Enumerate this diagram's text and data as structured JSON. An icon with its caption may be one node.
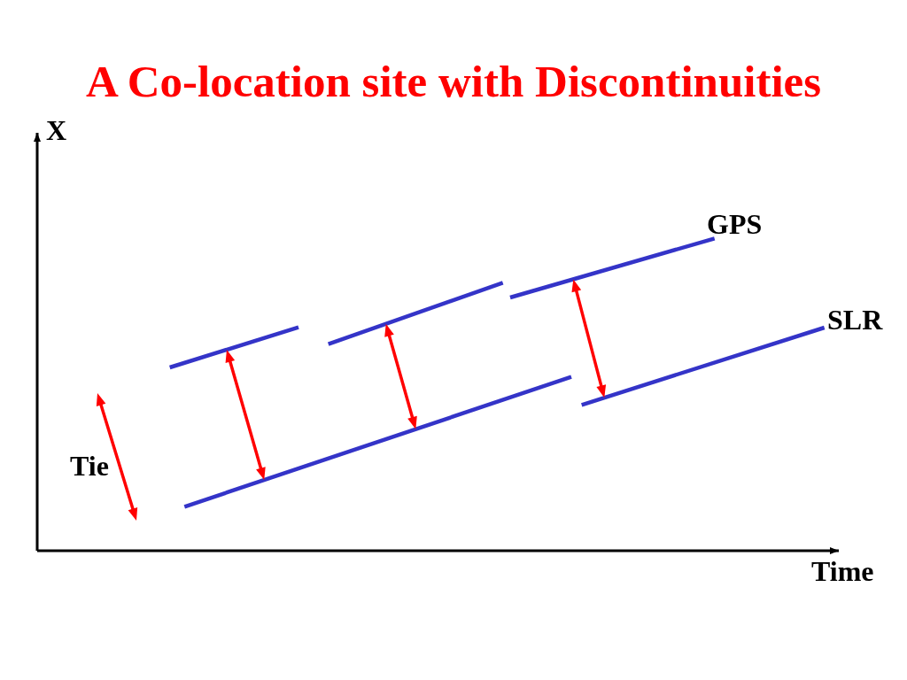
{
  "diagram": {
    "title": "A Co-location site with Discontinuities",
    "nodes": [
      {
        "text": [],
        "shape": "line"
      },
      {
        "text": [],
        "shape": "line"
      },
      {
        "text": [],
        "shape": "line",
        "beside": [
          "GPS"
        ]
      },
      {
        "text": [],
        "shape": "line"
      },
      {
        "text": [],
        "shape": "line",
        "beside": [
          "SLR"
        ]
      }
    ],
    "edges": [
      {
        "from": 0,
        "to": 3,
        "arrow": "both"
      },
      {
        "from": 1,
        "to": 3,
        "arrow": "both"
      },
      {
        "from": 2,
        "to": 4,
        "arrow": "both"
      }
    ],
    "labels": [
      "X",
      "Time"
    ],
    "legend": [
      {
        "text": "Tie"
      }
    ]
  }
}
